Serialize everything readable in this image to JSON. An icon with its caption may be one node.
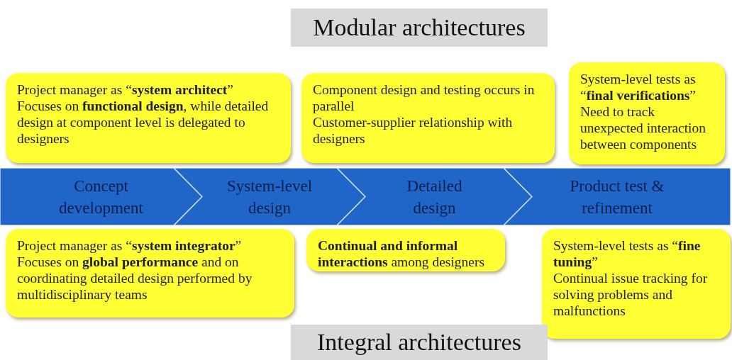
{
  "diagram": {
    "nodes": [
      {
        "text": [
          "Modular architectures"
        ]
      },
      {
        "text": [
          "Project manager as “**system architect**”",
          "Focuses on **functional design**, while detailed design at component level is delegated to designers"
        ]
      },
      {
        "text": [
          "Component design and testing occurs in parallel",
          "Customer-supplier relationship with designers"
        ]
      },
      {
        "text": [
          "System-level tests as “**final verifications**”",
          "Need to track unexpected interaction between components"
        ]
      },
      {
        "text": [
          "Concept development"
        ]
      },
      {
        "text": [
          "System-level design"
        ]
      },
      {
        "text": [
          "Detailed design"
        ]
      },
      {
        "text": [
          "Product test & refinement"
        ]
      },
      {
        "text": [
          "Project manager as “**system integrator**”",
          "Focuses on **global performance** and on coordinating detailed design performed by multidisciplinary teams"
        ]
      },
      {
        "text": [
          "**Continual and informal interactions** among designers"
        ]
      },
      {
        "text": [
          "System-level tests as “**fine tuning**”",
          "Continual issue tracking for solving problems and malfunctions"
        ]
      },
      {
        "text": [
          "Integral architectures"
        ]
      }
    ]
  }
}
